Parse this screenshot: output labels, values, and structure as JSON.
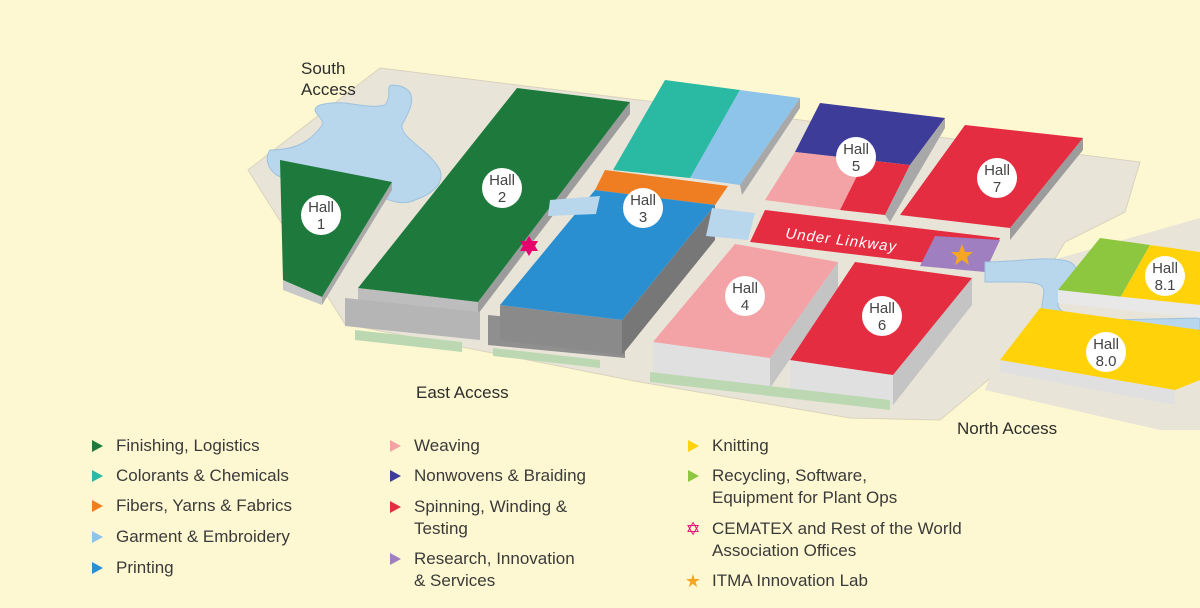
{
  "colors": {
    "background": "#fdf8d1",
    "finishing_logistics": "#1e7a3c",
    "colorants_chemicals": "#2ab9a3",
    "fibers_yarns_fabrics": "#ef7d21",
    "garment_embroidery": "#8ec3ea",
    "printing": "#2a8fd1",
    "weaving": "#f3a2a6",
    "nonwovens_braiding": "#3d3d99",
    "spinning_winding_testing": "#e52d41",
    "research_innovation_services": "#a07fc0",
    "knitting": "#ffd20a",
    "recycling_software": "#8dc63f",
    "cematex": "#e5006e",
    "innovation_lab": "#f5a623",
    "linkway_blue": "#b8d6ec",
    "grey": "#c3c3c3"
  },
  "access_labels": {
    "south": "South\nAccess",
    "east": "East Access",
    "north": "North Access"
  },
  "linkway_label": "Under Linkway",
  "halls": [
    {
      "id": "hall-1",
      "line1": "Hall",
      "line2": "1"
    },
    {
      "id": "hall-2",
      "line1": "Hall",
      "line2": "2"
    },
    {
      "id": "hall-3",
      "line1": "Hall",
      "line2": "3"
    },
    {
      "id": "hall-4",
      "line1": "Hall",
      "line2": "4"
    },
    {
      "id": "hall-5",
      "line1": "Hall",
      "line2": "5"
    },
    {
      "id": "hall-6",
      "line1": "Hall",
      "line2": "6"
    },
    {
      "id": "hall-7",
      "line1": "Hall",
      "line2": "7"
    },
    {
      "id": "hall-8-1",
      "line1": "Hall",
      "line2": "8.1"
    },
    {
      "id": "hall-8-0",
      "line1": "Hall",
      "line2": "8.0"
    }
  ],
  "legend": [
    {
      "label": "Finishing, Logistics",
      "icon": "triangle-icon",
      "color": "#1e7a3c"
    },
    {
      "label": "Colorants & Chemicals",
      "icon": "triangle-icon",
      "color": "#2ab9a3"
    },
    {
      "label": "Fibers, Yarns & Fabrics",
      "icon": "triangle-icon",
      "color": "#ef7d21"
    },
    {
      "label": "Garment & Embroidery",
      "icon": "triangle-icon",
      "color": "#8ec3ea"
    },
    {
      "label": "Printing",
      "icon": "triangle-icon",
      "color": "#2a8fd1"
    },
    {
      "label": "Weaving",
      "icon": "triangle-icon",
      "color": "#f3a2a6"
    },
    {
      "label": "Nonwovens & Braiding",
      "icon": "triangle-icon",
      "color": "#3d3d99"
    },
    {
      "label": "Spinning, Winding &\nTesting",
      "icon": "triangle-icon",
      "color": "#e52d41"
    },
    {
      "label": "Research, Innovation\n& Services",
      "icon": "triangle-icon",
      "color": "#a07fc0"
    },
    {
      "label": "Knitting",
      "icon": "triangle-icon",
      "color": "#ffd20a"
    },
    {
      "label": "Recycling, Software,\nEquipment for Plant Ops",
      "icon": "triangle-icon",
      "color": "#8dc63f"
    },
    {
      "label": "CEMATEX and Rest of the World\nAssociation Offices",
      "icon": "six-point-star-icon",
      "color": "#e5006e"
    },
    {
      "label": "ITMA Innovation Lab",
      "icon": "star-icon",
      "color": "#f5a623"
    }
  ]
}
